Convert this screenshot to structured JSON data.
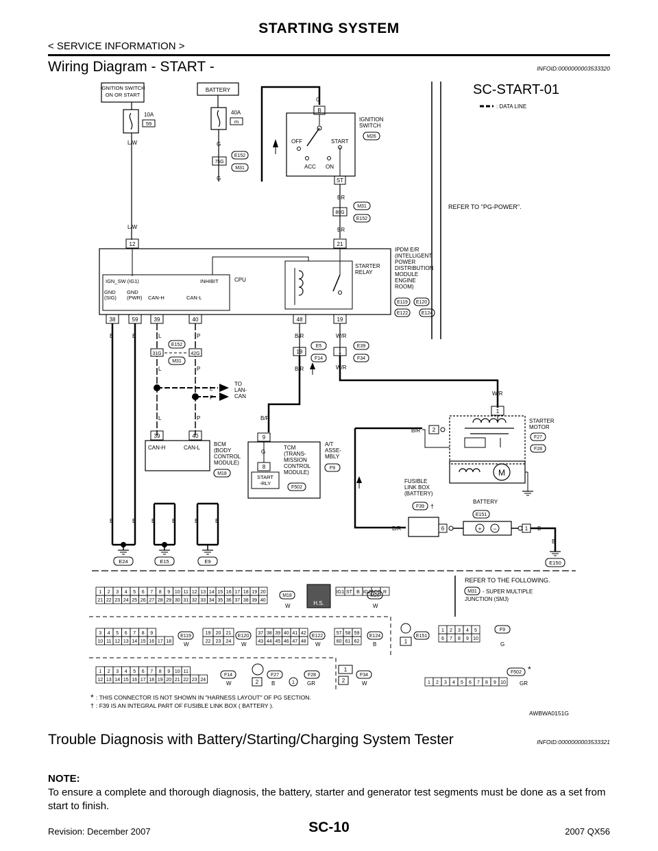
{
  "header": {
    "title": "STARTING SYSTEM",
    "subtitle": "< SERVICE INFORMATION >"
  },
  "section1": {
    "title": "Wiring Diagram - START -",
    "infoid": "INFOID:0000000003533320"
  },
  "diagram": {
    "code": "SC-START-01",
    "legend_data_line": ": DATA LINE",
    "refer_pg_power": "REFER TO \"PG-POWER\".",
    "ign_switch_box": [
      "IGNITION SWITCH",
      "ON OR START"
    ],
    "battery_top": "BATTERY",
    "fuse_10a": "10A",
    "fuse_10a_no": "59",
    "fuse_40a": "40A",
    "fuse_40a_no": "m",
    "ignition_switch_label": [
      "IGNITION",
      "SWITCH"
    ],
    "ign_positions": {
      "off": "OFF",
      "start": "START",
      "acc": "ACC",
      "on": "ON"
    },
    "ipdm_label": [
      "IPDM E/R",
      "(INTELLIGENT",
      "POWER",
      "DISTRIBUTION",
      "MODULE",
      "ENGINE",
      "ROOM)"
    ],
    "cpu": "CPU",
    "ign_sw": "IGN_SW (IG1)",
    "inhibit": "INHIBIT",
    "gnd_sig": [
      "GND",
      "(SIG)"
    ],
    "gnd_pwr": [
      "GND",
      "(PWR)"
    ],
    "can_h": "CAN-H",
    "can_l": "CAN-L",
    "starter_relay": [
      "STARTER",
      "RELAY"
    ],
    "to_lan_can": [
      "TO",
      "LAN-",
      "CAN"
    ],
    "bcm_label": [
      "BCM",
      "(BODY",
      "CONTROL",
      "MODULE)"
    ],
    "tcm_label": [
      "TCM",
      "(TRANS-",
      "MISSION",
      "CONTROL",
      "MODULE)"
    ],
    "at_assembly": [
      "A/T",
      "ASSE-",
      "MBLY"
    ],
    "start_rly": [
      "START",
      "-RLY"
    ],
    "starter_motor": [
      "STARTER",
      "MOTOR"
    ],
    "fusible_link": [
      "FUSIBLE",
      "LINK BOX",
      "(BATTERY)"
    ],
    "battery_bottom": "BATTERY",
    "motor_m": "M",
    "wire_colors": {
      "lw": "L/W",
      "g": "G",
      "br": "BR",
      "b": "B",
      "l": "L",
      "p": "P",
      "br_r": "B/R",
      "w_r": "W/R"
    },
    "pins": {
      "p12": "12",
      "p21": "21",
      "p38": "38",
      "p59": "59",
      "p39": "39",
      "p40": "40",
      "p48": "48",
      "p19": "19",
      "p75g": "75G",
      "p80g": "80G",
      "p31g": "31G",
      "p42g": "42G",
      "p1": "1",
      "p9": "9",
      "p8": "8",
      "p2": "2",
      "p6": "6",
      "sw_b": "B",
      "sw_st": "ST"
    },
    "connectors": {
      "e152": "E152",
      "m31": "M31",
      "m26": "M26",
      "e119": "E119",
      "e120": "E120",
      "e122": "E122",
      "e124": "E124",
      "e5": "E5",
      "f14": "F14",
      "e39": "E39",
      "f34": "F34",
      "m18": "M18",
      "f9": "F9",
      "f502": "F502",
      "f27": "F27",
      "f28": "F28",
      "f39": "F39",
      "e151": "E151",
      "e24": "E24",
      "e15": "E15",
      "e9": "E9",
      "e150": "E150"
    },
    "refer_following": "REFER TO THE FOLLOWING.",
    "smj": [
      "- SUPER MULTIPLE",
      "JUNCTION (SMJ)"
    ],
    "hs": "H.S.",
    "footnote_star": ": THIS CONNECTOR IS NOT SHOWN IN \"HARNESS LAYOUT\" OF PG SECTION.",
    "footnote_dagger": ": F39 IS AN INTEGRAL PART OF FUSIBLE LINK BOX ( BATTERY ).",
    "conn_colors": {
      "w": "W",
      "b": "B",
      "g": "G",
      "gr": "GR"
    },
    "m18_row1": [
      "1",
      "2",
      "3",
      "4",
      "5",
      "6",
      "7",
      "8",
      "9",
      "10",
      "11",
      "12",
      "13",
      "14",
      "15",
      "16",
      "17",
      "18",
      "19",
      "20"
    ],
    "m18_row2": [
      "21",
      "22",
      "23",
      "24",
      "25",
      "26",
      "27",
      "28",
      "29",
      "30",
      "31",
      "32",
      "33",
      "34",
      "35",
      "36",
      "37",
      "38",
      "39",
      "40"
    ],
    "m26_pins": [
      "IG1",
      "ST",
      "B",
      "IG2",
      "ACC",
      "R"
    ],
    "e119_row1": [
      "3",
      "4",
      "5",
      "6",
      "7",
      "8",
      "9"
    ],
    "e119_row2": [
      "10",
      "11",
      "12",
      "13",
      "14",
      "15",
      "16",
      "17",
      "18"
    ],
    "e120_row1": [
      "19",
      "20",
      "21"
    ],
    "e120_row2": [
      "22",
      "23",
      "24"
    ],
    "e122_row1": [
      "37",
      "38",
      "39",
      "40",
      "41",
      "42"
    ],
    "e122_row2": [
      "43",
      "44",
      "45",
      "46",
      "47",
      "48"
    ],
    "e124_row1": [
      "57",
      "58",
      "59"
    ],
    "e124_row2": [
      "60",
      "61",
      "62"
    ],
    "f9_row1": [
      "1",
      "2",
      "3",
      "4",
      "5"
    ],
    "f9_row2": [
      "6",
      "7",
      "8",
      "9",
      "10"
    ],
    "f14_row1": [
      "1",
      "2",
      "3",
      "4",
      "5",
      "6",
      "7",
      "8",
      "9",
      "10",
      "11"
    ],
    "f14_row2": [
      "12",
      "13",
      "14",
      "15",
      "16",
      "17",
      "18",
      "19",
      "20",
      "21",
      "22",
      "23",
      "24"
    ],
    "f502_row": [
      "1",
      "2",
      "3",
      "4",
      "5",
      "6",
      "7",
      "8",
      "9",
      "10"
    ],
    "f27_pin": "2",
    "f28_pin": "1",
    "f34_pins": [
      "1",
      "2"
    ],
    "e151_pin": "1"
  },
  "figure_id": "AWBWA0151G",
  "section2": {
    "title": "Trouble Diagnosis with Battery/Starting/Charging System Tester",
    "infoid": "INFOID:0000000003533321"
  },
  "note": {
    "label": "NOTE:",
    "text": "To ensure a complete and thorough diagnosis, the battery, starter and generator test segments must be done as a set from start to finish."
  },
  "footer": {
    "revision": "Revision: December 2007",
    "page": "SC-10",
    "model": "2007 QX56"
  }
}
